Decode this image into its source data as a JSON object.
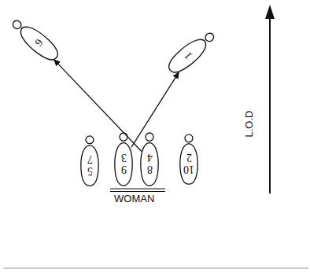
{
  "diagram": {
    "nodes": [
      {
        "text": [
          "6"
        ]
      },
      {
        "text": [
          "1"
        ]
      },
      {
        "text": [
          "7",
          "5"
        ]
      },
      {
        "text": [
          "3",
          "9"
        ]
      },
      {
        "text": [
          "4",
          "8"
        ]
      },
      {
        "text": [
          "2",
          "10"
        ]
      }
    ],
    "edges": [
      {
        "from": 3,
        "to": 1,
        "arrow": "to"
      },
      {
        "from": 4,
        "to": 0,
        "arrow": "to"
      }
    ],
    "labels": [
      "WOMAN",
      "L.O.D"
    ]
  }
}
